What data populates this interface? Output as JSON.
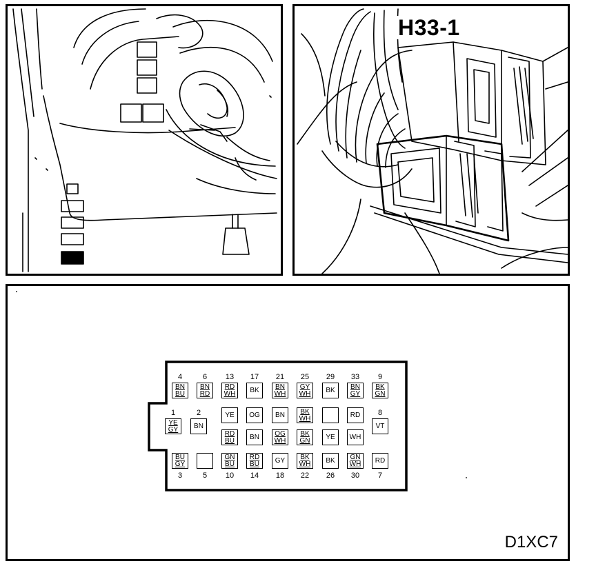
{
  "title": "H33-1",
  "figure_code": "D1XC7",
  "connector": {
    "pins": [
      {
        "num": "4",
        "wires": [
          "BN",
          "BU"
        ]
      },
      {
        "num": "6",
        "wires": [
          "BN",
          "RD"
        ]
      },
      {
        "num": "13",
        "wires": [
          "RD",
          "WH"
        ]
      },
      {
        "num": "17",
        "wires": [
          "BK"
        ]
      },
      {
        "num": "21",
        "wires": [
          "BN",
          "WH"
        ]
      },
      {
        "num": "25",
        "wires": [
          "GY",
          "WH"
        ]
      },
      {
        "num": "29",
        "wires": [
          "BK"
        ]
      },
      {
        "num": "33",
        "wires": [
          "BN",
          "GY"
        ]
      },
      {
        "num": "9",
        "wires": [
          "BK",
          "GN"
        ]
      },
      {
        "num": "",
        "wires": [
          "YE"
        ]
      },
      {
        "num": "",
        "wires": [
          "OG"
        ]
      },
      {
        "num": "",
        "wires": [
          "BN"
        ]
      },
      {
        "num": "",
        "wires": [
          "BK",
          "WH"
        ]
      },
      {
        "num": "",
        "wires": []
      },
      {
        "num": "",
        "wires": [
          "RD"
        ]
      },
      {
        "num": "8",
        "wires": [
          "VT"
        ]
      },
      {
        "num": "1",
        "wires": [
          "YE",
          "GY"
        ]
      },
      {
        "num": "2",
        "wires": [
          "BN"
        ]
      },
      {
        "num": "",
        "wires": [
          "RD",
          "BU"
        ]
      },
      {
        "num": "",
        "wires": [
          "BN"
        ]
      },
      {
        "num": "",
        "wires": [
          "OG",
          "WH"
        ]
      },
      {
        "num": "",
        "wires": [
          "BK",
          "GN"
        ]
      },
      {
        "num": "",
        "wires": [
          "YE"
        ]
      },
      {
        "num": "",
        "wires": [
          "WH"
        ]
      },
      {
        "num": "3",
        "wires": [
          "BU",
          "GY"
        ]
      },
      {
        "num": "5",
        "wires": []
      },
      {
        "num": "10",
        "wires": [
          "GN",
          "BU"
        ]
      },
      {
        "num": "14",
        "wires": [
          "RD",
          "BU"
        ]
      },
      {
        "num": "18",
        "wires": [
          "GY"
        ]
      },
      {
        "num": "22",
        "wires": [
          "BK",
          "WH"
        ]
      },
      {
        "num": "26",
        "wires": [
          "BK"
        ]
      },
      {
        "num": "30",
        "wires": [
          "GN",
          "WH"
        ]
      },
      {
        "num": "7",
        "wires": [
          "RD"
        ]
      }
    ]
  }
}
